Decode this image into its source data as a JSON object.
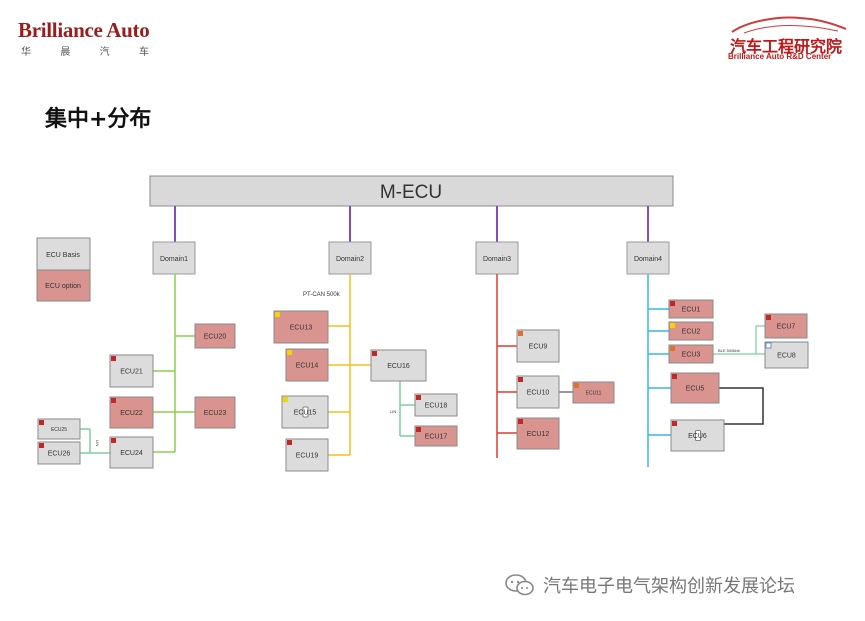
{
  "logo_left": {
    "brand": "Brilliance Auto",
    "chars": [
      "华",
      "晨",
      "汽",
      "车"
    ]
  },
  "logo_right": {
    "cn": "汽车工程研究院",
    "en": "Brilliance Auto R&D Center"
  },
  "slide_title": "集中+分布",
  "legend": {
    "basis": "ECU Basis",
    "option": "ECU option"
  },
  "main_ecu": "M-ECU",
  "domains": [
    "Domain1",
    "Domain2",
    "Domain3",
    "Domain4"
  ],
  "bus_labels": {
    "pt_can": "PT-CAN 500k",
    "lin": "LIN",
    "lin2": "LIN",
    "d4_bus": "BLE 500kbit"
  },
  "ecus": {
    "ecu1": "ECU1",
    "ecu2": "ECU2",
    "ecu3": "ECU3",
    "ecu5": "ECU5",
    "ecu6": "ECU6",
    "ecu7": "ECU7",
    "ecu8": "ECU8",
    "ecu9": "ECU9",
    "ecu10": "ECU10",
    "ecu11": "ECU11",
    "ecu12": "ECU12",
    "ecu13": "ECU13",
    "ecu14": "ECU14",
    "ecu15": "ECU15",
    "ecu16": "ECU16",
    "ecu17": "ECU17",
    "ecu18": "ECU18",
    "ecu19": "ECU19",
    "ecu20": "ECU20",
    "ecu21": "ECU21",
    "ecu22": "ECU22",
    "ecu23": "ECU23",
    "ecu24": "ECU24",
    "ecu25": "ECU25",
    "ecu26": "ECU26"
  },
  "watermark": "汽车电子电气架构创新发展论坛",
  "colors": {
    "basis_fill": "#dcdcdc",
    "option_fill": "#d99490",
    "domain1_bus": "#8cd14f",
    "domain2_bus": "#f4c01c",
    "domain3_bus": "#e23a2e",
    "domain4_bus": "#35b8e4",
    "uplink": "#8a4bb8",
    "lin_bus": "#7ccf9a",
    "brand_red": "#c01818"
  }
}
